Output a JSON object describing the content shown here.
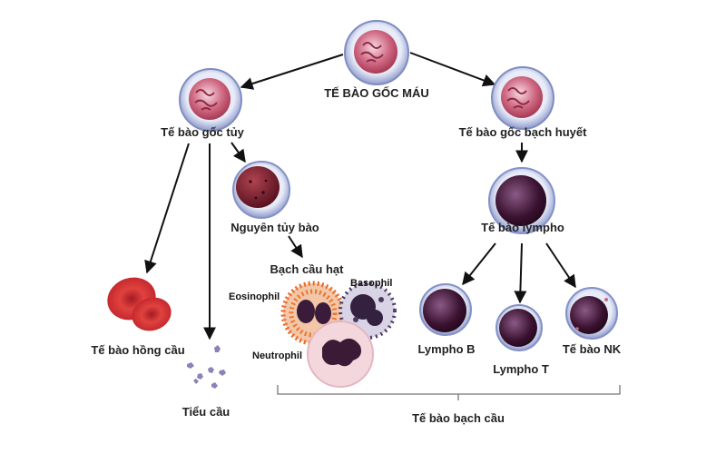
{
  "labels": {
    "stem_cell": "TẾ BÀO GỐC MÁU",
    "myeloid_stem": "Tế bào gốc tủy",
    "lymphoid_stem": "Tế bào gốc bạch huyết",
    "myeloblast": "Nguyên tủy bào",
    "granulocytes": "Bạch cầu hạt",
    "eosinophil": "Eosinophil",
    "basophil": "Basophil",
    "neutrophil": "Neutrophil",
    "red_blood_cell": "Tế bào hồng cầu",
    "platelets": "Tiểu cầu",
    "lymphocyte": "Tế bào lympho",
    "lympho_b": "Lympho B",
    "lympho_t": "Lympho T",
    "nk_cell": "Tế bào NK",
    "white_blood_cells": "Tế bào bạch cầu"
  },
  "colors": {
    "stem_membrane": "#c5cde6",
    "stem_nucleus": "#b5485a",
    "red_cell": "#d42a2f",
    "myeloblast_nucleus": "#7a1f2e",
    "lymphocyte_nucleus": "#4a1c3f",
    "eosinophil_granules": "#e86a2a",
    "basophil_granules": "#4b3a5e",
    "neutrophil_body": "#f4d7dd",
    "arrow": "#111111"
  }
}
